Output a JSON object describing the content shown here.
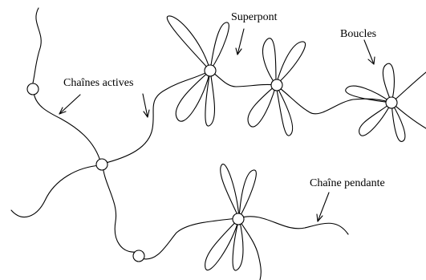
{
  "labels": {
    "active_chains": "Chaînes actives",
    "superbridge": "Superpont",
    "loops": "Boucles",
    "dangling_chain": "Chaîne pendante"
  }
}
